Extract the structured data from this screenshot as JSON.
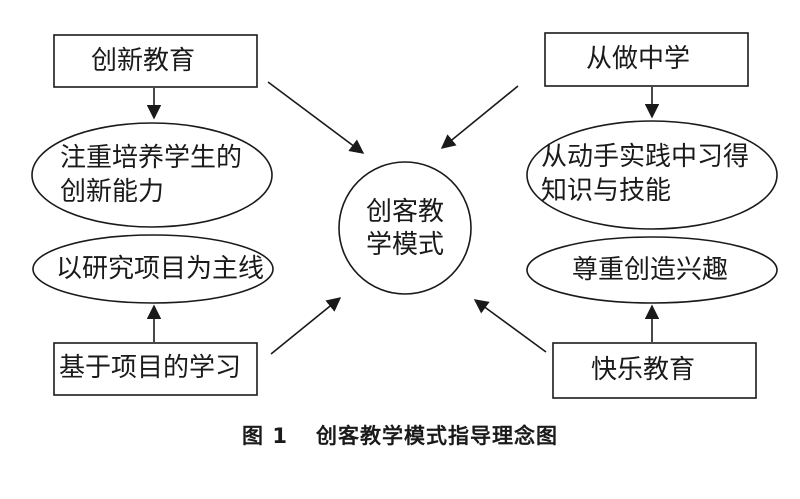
{
  "diagram": {
    "center": "创客教学模式",
    "center_lines": [
      "创客教",
      "学模式"
    ],
    "left": {
      "top_box": "创新教育",
      "top_ellipse_lines": [
        "注重培养学生的",
        "创新能力"
      ],
      "bottom_ellipse": "以研究项目为主线",
      "bottom_box": "基于项目的学习"
    },
    "right": {
      "top_box": "从做中学",
      "top_ellipse_lines": [
        "从动手实践中习得",
        "知识与技能"
      ],
      "bottom_ellipse": "尊重创造兴趣",
      "bottom_box": "快乐教育"
    }
  },
  "caption": {
    "figure_number": "图 1",
    "title": "创客教学模式指导理念图"
  }
}
